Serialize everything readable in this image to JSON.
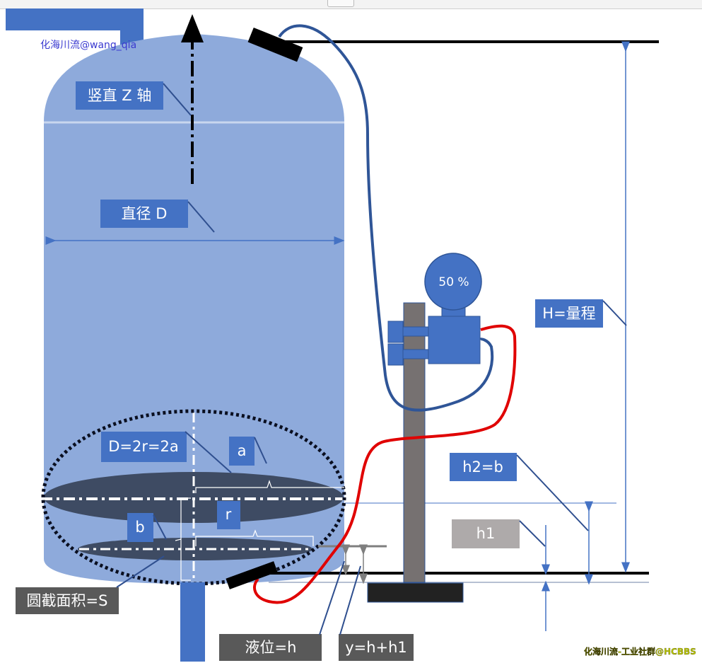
{
  "watermarks": {
    "top_left": "化海川流@wang_qia",
    "bottom_right": "化海川流-工业社群@HCBBS"
  },
  "labels": {
    "z_axis": "竖直 Z 轴",
    "diameter": "直径 D",
    "d_relation": "D=2r=2a",
    "a": "a",
    "b": "b",
    "r": "r",
    "cross_section": "圆截面积=S",
    "level": "液位=h",
    "y_formula": "y=h+h1",
    "range": "H=量程",
    "h2": "h2=b",
    "h1": "h1"
  },
  "transmitter": {
    "display": "50 %",
    "percent": 50
  },
  "colors": {
    "tank": "#8eaadb",
    "label_blue": "#4472c4",
    "label_gray": "#595959",
    "label_light_gray": "#aeaaaa",
    "cable_blue": "#2f5597",
    "cable_red": "#e00000",
    "ellipse_dark": "#3e4b63"
  }
}
